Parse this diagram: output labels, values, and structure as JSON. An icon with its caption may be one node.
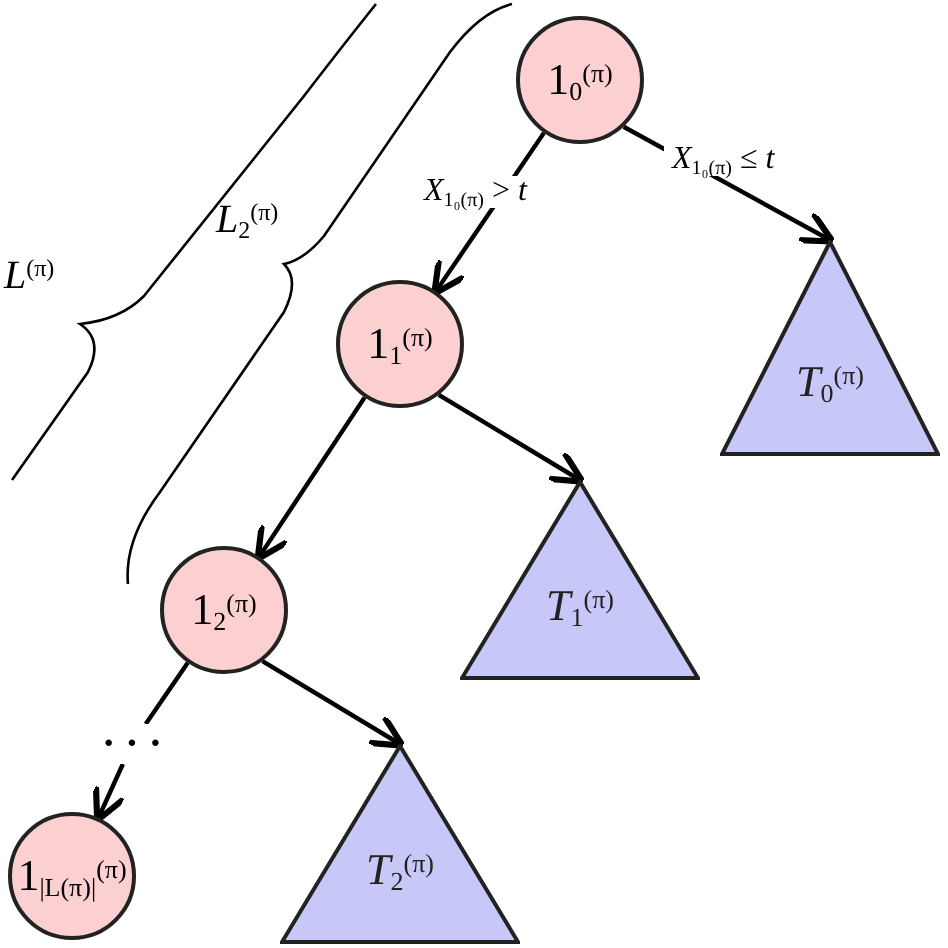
{
  "diagram": {
    "nodes": [
      {
        "text": [
          "1$_{0}$$^{(π)}$"
        ]
      },
      {
        "text": [
          "1$_{1}$$^{(π)}$"
        ]
      },
      {
        "text": [
          "1$_{2}$$^{(π)}$"
        ]
      },
      {
        "text": [
          "· · ·"
        ]
      },
      {
        "text": [
          "1$_{|L(π)|}$$^{(π)}$"
        ]
      },
      {
        "text": [
          "*T*$_{0}$$^{(π)}$"
        ]
      },
      {
        "text": [
          "*T*$_{1}$$^{(π)}$"
        ]
      },
      {
        "text": [
          "*T*$_{2}$$^{(π)}$"
        ]
      }
    ],
    "edges": [
      {
        "from": 0,
        "to": 1,
        "arrow": "to",
        "label": "*X*$_{1₀(π)}$ > *t*"
      },
      {
        "from": 0,
        "to": 5,
        "arrow": "to",
        "label": "*X*$_{1₀(π)}$ ≤ *t*"
      },
      {
        "from": 1,
        "to": 2,
        "arrow": "to"
      },
      {
        "from": 1,
        "to": 6,
        "arrow": "to"
      },
      {
        "from": 2,
        "to": 3,
        "arrow": "none"
      },
      {
        "from": 2,
        "to": 7,
        "arrow": "to"
      },
      {
        "from": 3,
        "to": 4,
        "arrow": "to"
      }
    ],
    "labels": [
      "*L*$^{(π)}$",
      "*L*$_{2}$$^{(π)}$"
    ]
  }
}
